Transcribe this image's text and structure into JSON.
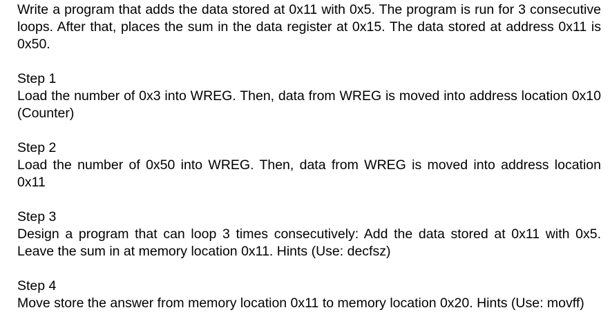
{
  "intro": "Write a program that adds the data stored at 0x11 with 0x5. The program is run for 3 consecutive loops. After that, places the sum in the data register at 0x15. The data stored at address 0x11 is 0x50.",
  "steps": [
    {
      "title": "Step 1",
      "text": "Load the number of 0x3 into WREG. Then, data from WREG is moved into address location 0x10 (Counter)"
    },
    {
      "title": "Step 2",
      "text": "Load the number of 0x50 into WREG. Then, data from WREG is moved into address location 0x11"
    },
    {
      "title": "Step 3",
      "text": "Design a program that can loop 3 times consecutively: Add the data stored at 0x11 with 0x5. Leave the sum in at memory location 0x11. Hints (Use: decfsz)"
    },
    {
      "title": "Step 4",
      "text": "Move store the answer from memory location 0x11 to memory location 0x20. Hints (Use: movff)"
    }
  ]
}
